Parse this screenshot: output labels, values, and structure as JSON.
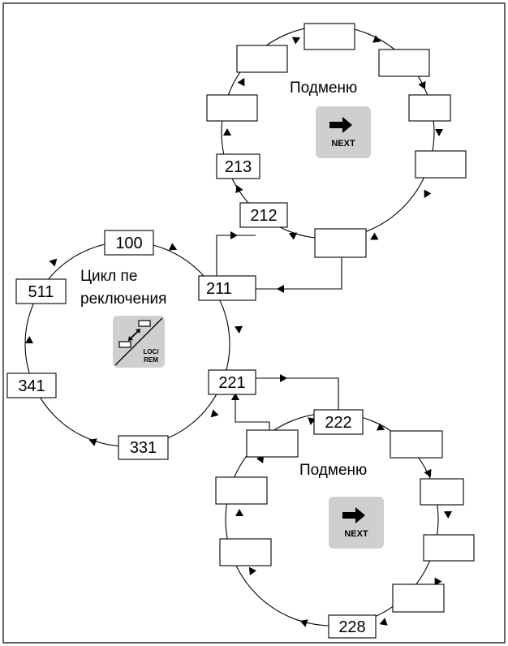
{
  "cycle": {
    "label_line1": "Цикл пе",
    "label_line2": "реключения",
    "locrem_key": {
      "line1": "LOC/",
      "line2": "REM",
      "icon": "loc-rem-switch-icon"
    },
    "params": {
      "p100": "100",
      "p511": "511",
      "p341": "341",
      "p331": "331",
      "p211": "211",
      "p221": "221"
    }
  },
  "submenu_top": {
    "label": "Подменю",
    "next_key": {
      "text": "NEXT",
      "icon": "right-arrow-icon"
    },
    "params": {
      "p212": "212",
      "p213": "213"
    }
  },
  "submenu_bottom": {
    "label": "Подменю",
    "next_key": {
      "text": "NEXT",
      "icon": "right-arrow-icon"
    },
    "params": {
      "p222": "222",
      "p228": "228"
    }
  }
}
